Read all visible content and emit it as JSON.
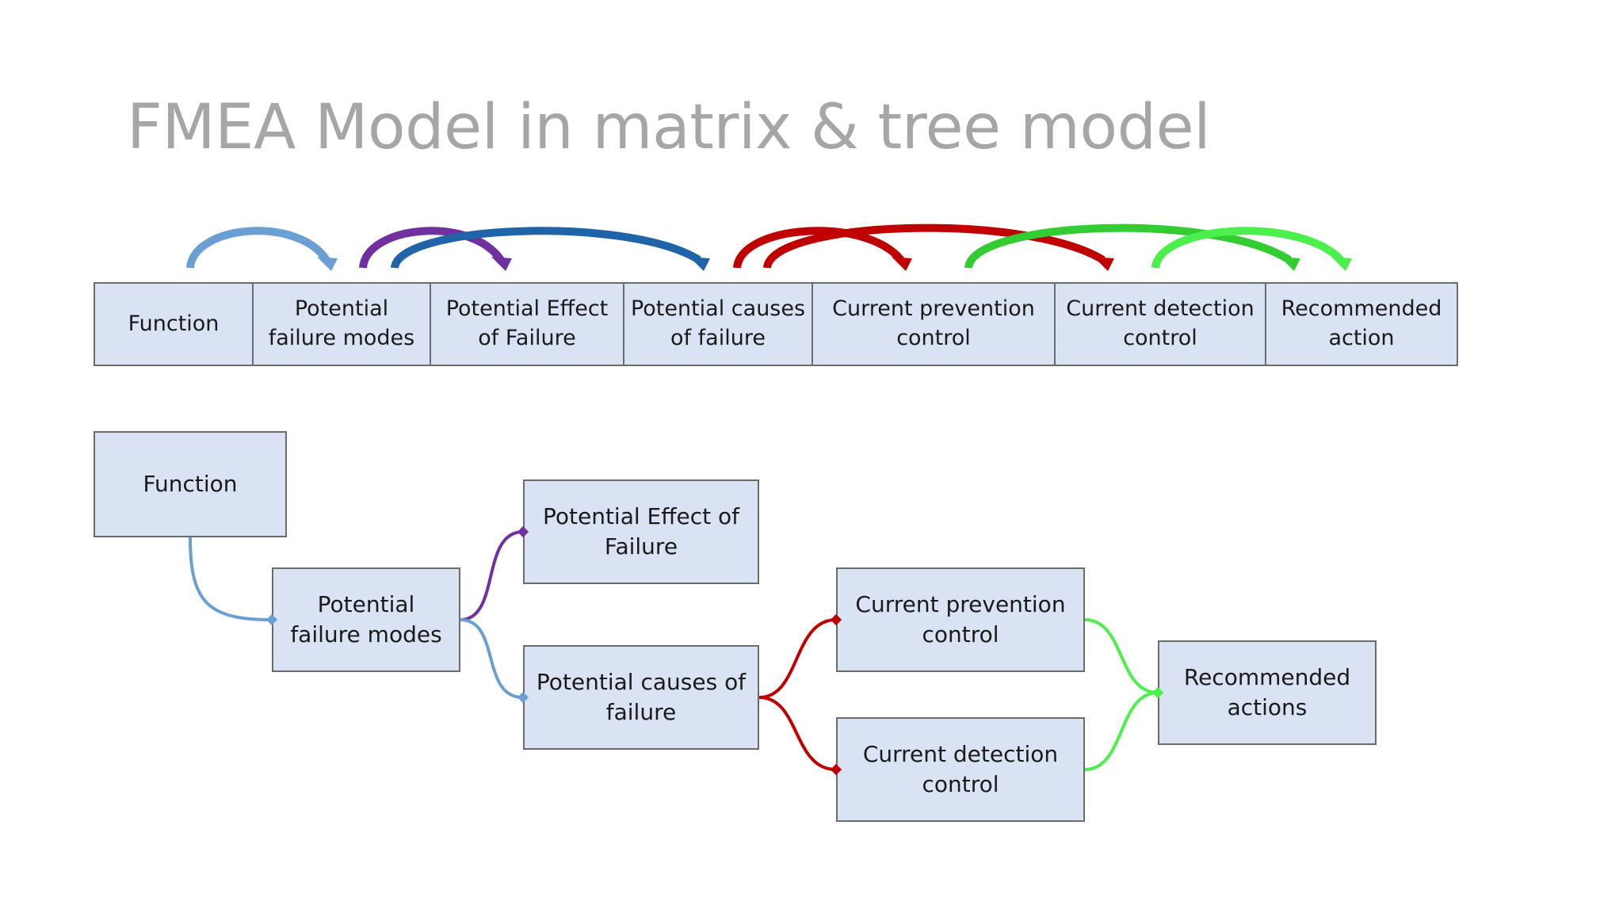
{
  "title": "FMEA Model in matrix & tree model",
  "colors": {
    "blue_light": "#6a9fd4",
    "blue_dark": "#1f64a8",
    "purple": "#7030a0",
    "red": "#c00000",
    "green": "#33cc33",
    "green_light": "#4cf04c",
    "box_fill": "#dae3f3",
    "box_border": "#6b6b6b",
    "title": "#a6a6a6"
  },
  "matrix": {
    "columns": [
      "Function",
      "Potential\nfailure modes",
      "Potential Effect\nof Failure",
      "Potential causes\nof failure",
      "Current prevention\ncontrol",
      "Current detection\ncontrol",
      "Recommended\naction"
    ]
  },
  "tree": {
    "function": "Function",
    "failure_modes": "Potential\nfailure modes",
    "effect": "Potential Effect of\nFailure",
    "causes": "Potential causes of\nfailure",
    "prevention": "Current prevention\ncontrol",
    "detection": "Current detection\ncontrol",
    "recommended": "Recommended\nactions"
  }
}
